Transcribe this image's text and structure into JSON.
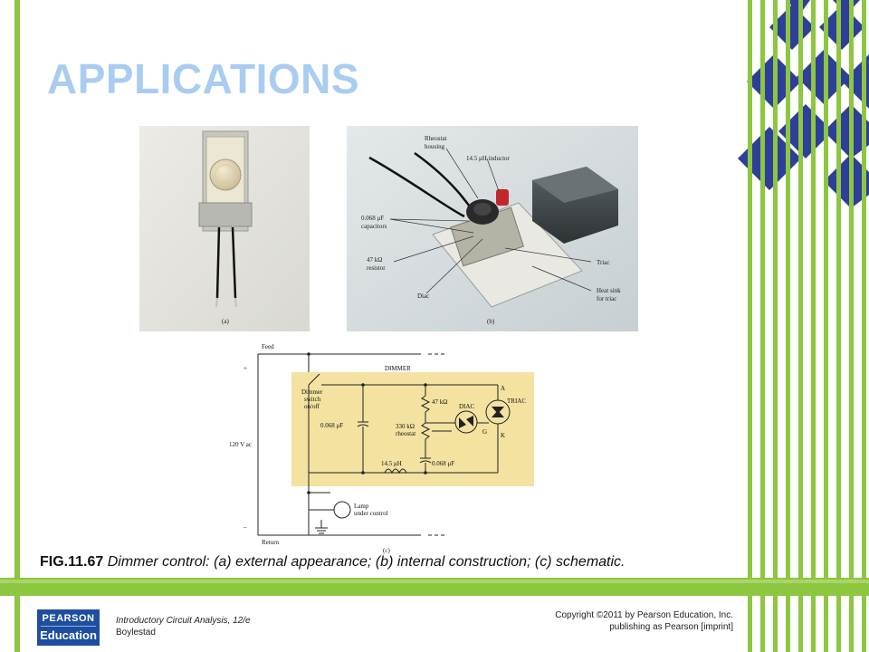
{
  "slide": {
    "title": "APPLICATIONS"
  },
  "figure_a": {
    "label": "(a)"
  },
  "figure_b": {
    "label": "(b)",
    "callouts": {
      "rheostat_housing_1": "Rheostat",
      "rheostat_housing_2": "housing",
      "inductor": "14.5 μH inductor",
      "capacitors_1": "0.068 μF",
      "capacitors_2": "capacitors",
      "resistor_1": "47 kΩ",
      "resistor_2": "resistor",
      "diac": "Diac",
      "triac": "Triac",
      "heatsink_1": "Heat sink",
      "heatsink_2": "for triac"
    }
  },
  "figure_c": {
    "label": "(c)",
    "feed": "Feed",
    "plus": "+",
    "minus": "–",
    "source": "120 V ac",
    "return": "Return",
    "dimmer": "DIMMER",
    "switch_1": "Dimmer",
    "switch_2": "switch",
    "switch_3": "on/off",
    "cap_left": "0.068 μF",
    "res_47": "47 kΩ",
    "rheo_1": "330 kΩ",
    "rheo_2": "rheostat",
    "diac": "DIAC",
    "triac": "TRIAC",
    "pin_a": "A",
    "pin_g": "G",
    "pin_k": "K",
    "inductor": "14.5 μH",
    "cap_right": "0.068 μF",
    "lamp_1": "Lamp",
    "lamp_2": "under control"
  },
  "caption": {
    "fig_number": "FIG.11.67",
    "text": " Dimmer control: (a) external appearance; (b) internal construction; (c) schematic."
  },
  "footer": {
    "logo_line1": "PEARSON",
    "logo_line2": "Education",
    "book_title": "Introductory Circuit Analysis, 12/e",
    "author": "Boylestad",
    "copyright_line1": "Copyright ©2011 by Pearson Education, Inc.",
    "copyright_line2": "publishing as Pearson [imprint]"
  },
  "colors": {
    "accent_green": "#8dc63f",
    "diamond_blue": "#2e3f99",
    "title_blue": "#a9cdf0",
    "schematic_box": "#f3e2a0"
  }
}
